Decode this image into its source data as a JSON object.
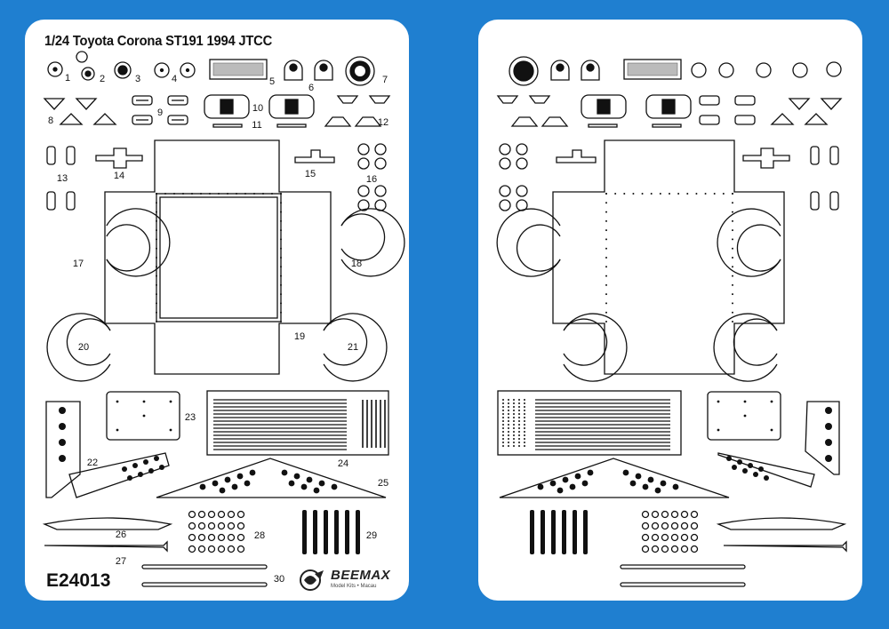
{
  "front": {
    "title": "1/24 Toyota Corona ST191 1994 JTCC",
    "code": "E24013",
    "brand": {
      "name": "BEEMAX",
      "subtitle": "Model Kits • Macau"
    },
    "labels": [
      "1",
      "2",
      "3",
      "4",
      "5",
      "6",
      "7",
      "8",
      "9",
      "10",
      "11",
      "12",
      "13",
      "14",
      "15",
      "16",
      "17",
      "18",
      "19",
      "20",
      "21",
      "22",
      "23",
      "24",
      "25",
      "26",
      "27",
      "28",
      "29",
      "30"
    ]
  },
  "back": {},
  "colors": {
    "background": "#1f7fd0",
    "sheet": "#ffffff",
    "line": "#111111"
  }
}
